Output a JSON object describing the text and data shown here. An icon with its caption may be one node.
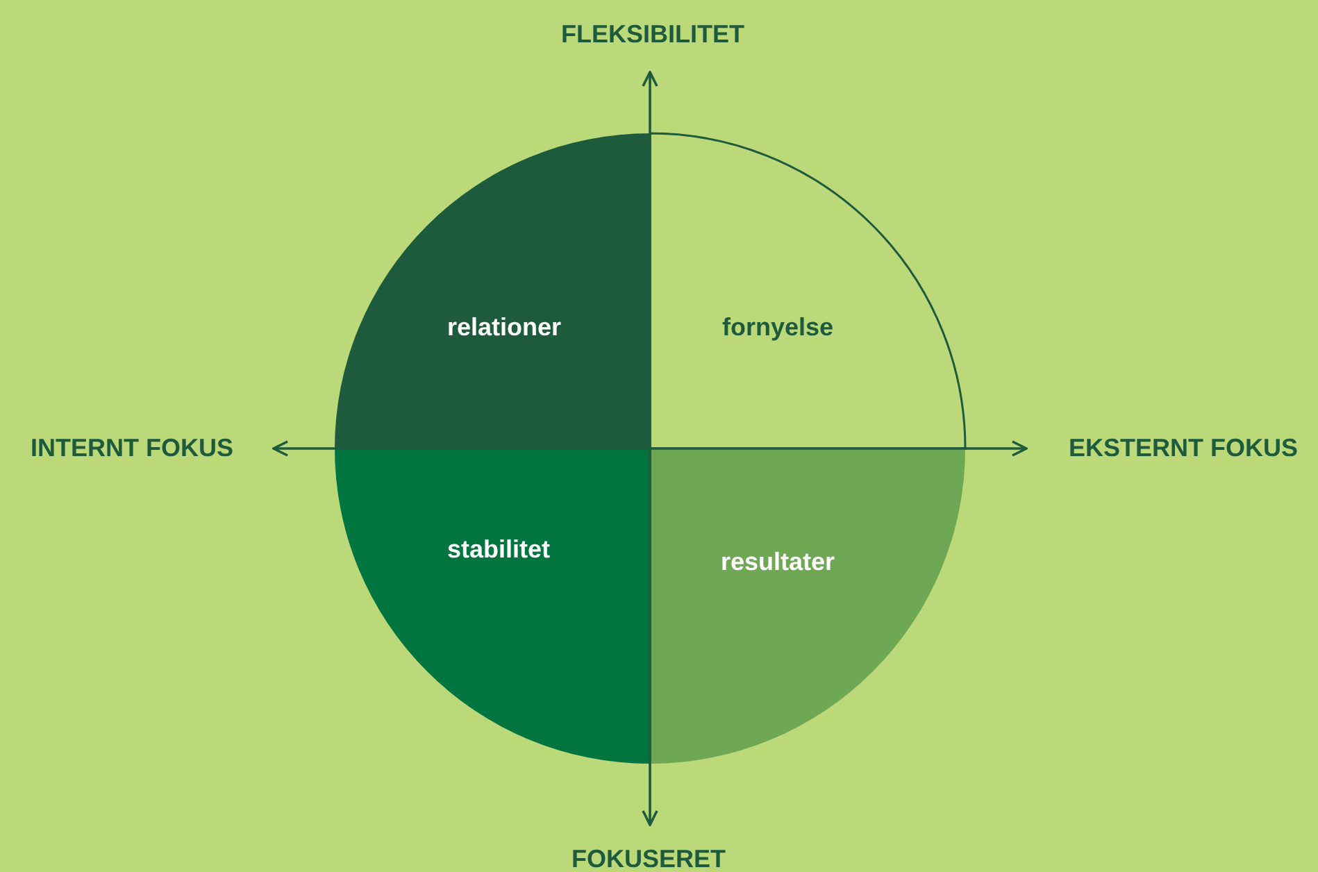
{
  "diagram": {
    "nodes": [
      {
        "text": [
          "relationer"
        ]
      },
      {
        "text": [
          "fornyelse"
        ]
      },
      {
        "text": [
          "stabilitet"
        ]
      },
      {
        "text": [
          "resultater"
        ]
      }
    ],
    "labels": [
      "FLEKSIBILITET",
      "INTERNT FOKUS",
      "EKSTERNT FOKUS",
      "FOKUSERET"
    ]
  }
}
